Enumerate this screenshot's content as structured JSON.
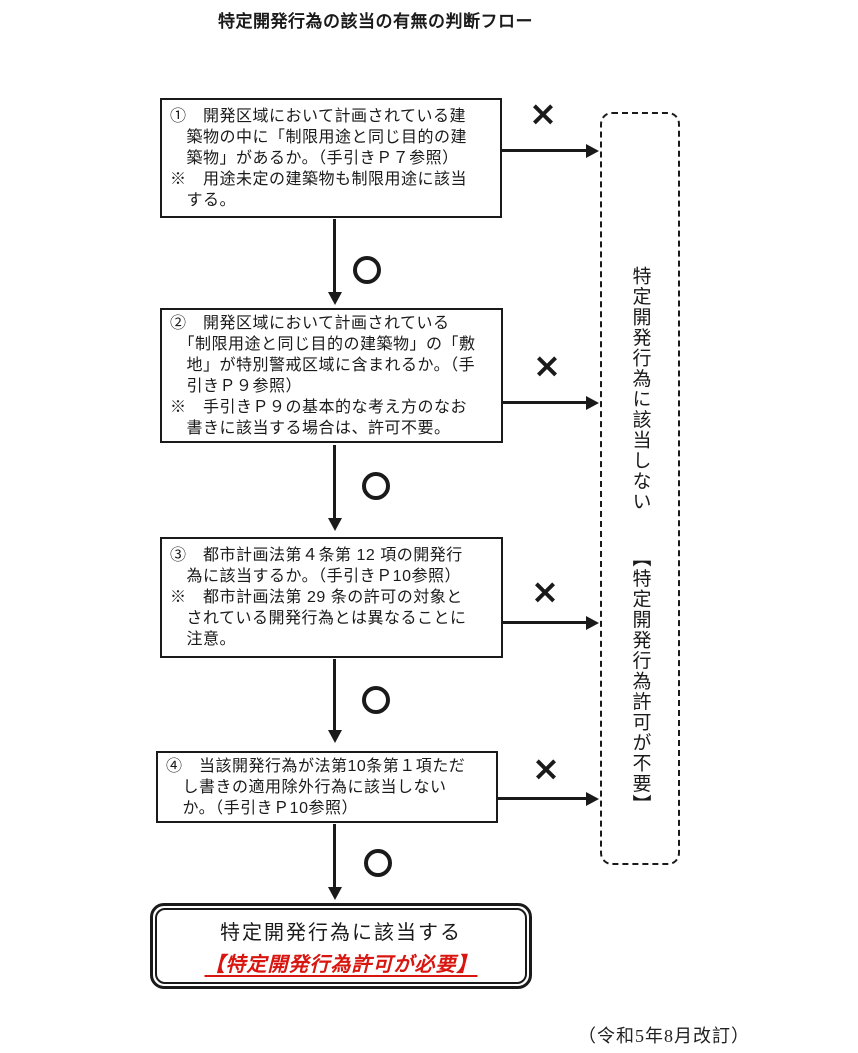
{
  "title": "特定開発行為の該当の有無の判断フロー",
  "steps": [
    {
      "id": "1",
      "lines": [
        "①　開発区域において計画されている建",
        "　築物の中に「制限用途と同じ目的の建",
        "　築物」があるか。（手引きＰ７参照）",
        "※　用途未定の建築物も制限用途に該当",
        "　する。"
      ]
    },
    {
      "id": "2",
      "lines": [
        "②　開発区域において計画されている",
        "　「制限用途と同じ目的の建築物」の「敷",
        "　地」が特別警戒区域に含まれるか。（手",
        "　引きＰ９参照）",
        "※　手引きＰ９の基本的な考え方のなお",
        "　書きに該当する場合は、許可不要。"
      ]
    },
    {
      "id": "3",
      "lines": [
        "③　都市計画法第４条第 12 項の開発行",
        "　為に該当するか。（手引きＰ10参照）",
        "※　都市計画法第 29 条の許可の対象と",
        "　されている開発行為とは異なることに",
        "　注意。"
      ]
    },
    {
      "id": "4",
      "lines": [
        "④　当該開発行為が法第10条第１項ただ",
        "　し書きの適用除外行為に該当しない",
        "　か。（手引きＰ10参照）"
      ]
    }
  ],
  "connectors": {
    "yes": "○",
    "no": "×"
  },
  "result_match": {
    "line1": "特定開発行為に該当する",
    "line2": "【特定開発行為許可が必要】"
  },
  "result_no_match": {
    "phrase1": "特定開発行為に該当しない",
    "phrase2": "【特定開発行為許可が不要】"
  },
  "footer": {
    "revision": "（令和5年8月改訂）"
  },
  "colors": {
    "ink": "#1a1a1a",
    "accent_red": "#d9150f"
  }
}
